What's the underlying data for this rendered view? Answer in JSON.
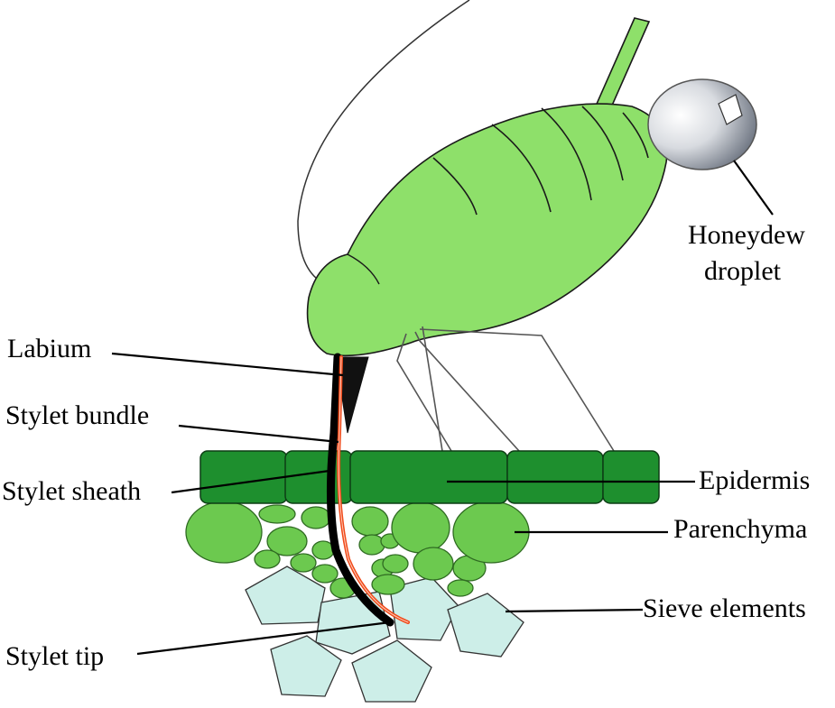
{
  "labels": {
    "honeydew_line1": "Honeydew",
    "honeydew_line2": "droplet",
    "labium": "Labium",
    "stylet_bundle": "Stylet bundle",
    "stylet_sheath": "Stylet sheath",
    "stylet_tip": "Stylet tip",
    "epidermis": "Epidermis",
    "parenchyma": "Parenchyma",
    "sieve_elements": "Sieve elements"
  },
  "colors": {
    "aphid_body": "#8ee06a",
    "epidermis": "#1e8f2e",
    "parenchyma": "#6cc94f",
    "sieve_elements": "#cdeee8",
    "stylet_sheath": "#000000",
    "stylet_bundle": "#f04a1a",
    "droplet": "#9aa0aa"
  }
}
